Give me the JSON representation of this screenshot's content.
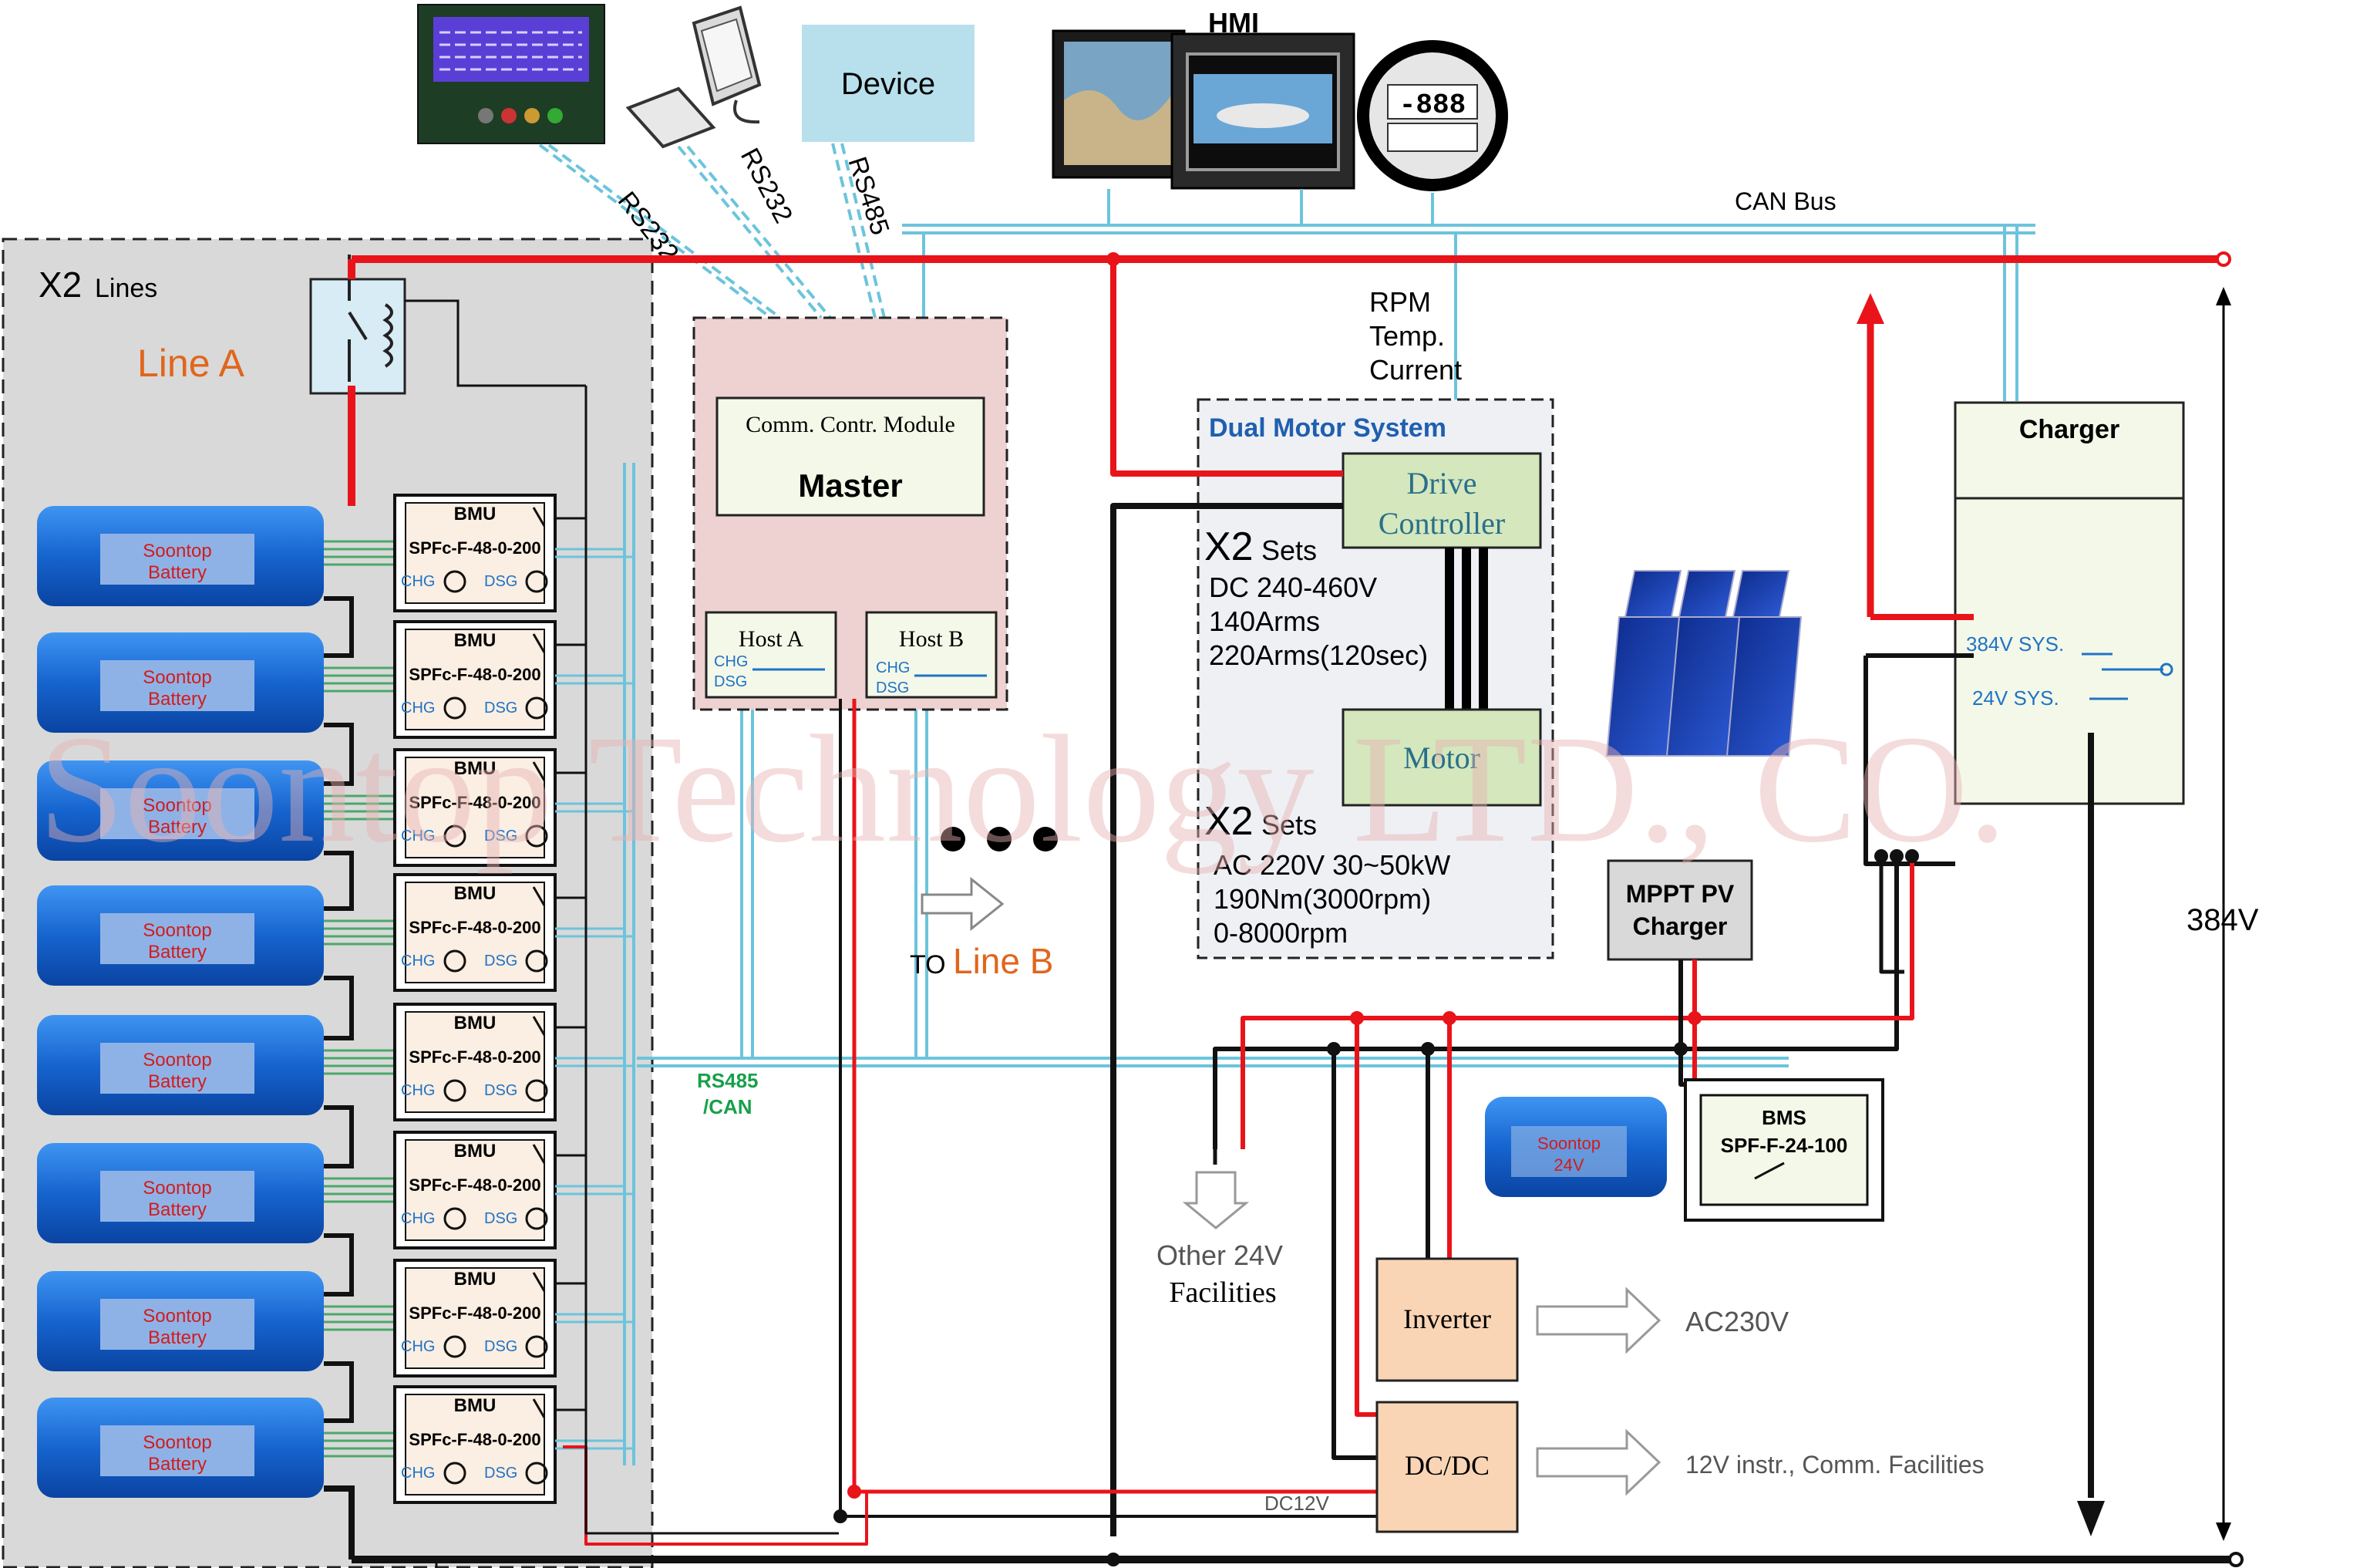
{
  "lines_title": {
    "x2": "X2",
    "lines": "Lines"
  },
  "line_a": "Line A",
  "battery_label": {
    "brand": "Soontop",
    "name": "Battery"
  },
  "bmu": {
    "title": "BMU",
    "model": "SPFc-F-48-0-200",
    "chg": "CHG",
    "dsg": "DSG"
  },
  "top_devices": {
    "device": "Device",
    "hmi": "HMI"
  },
  "links": {
    "rs232_a": "RS232",
    "rs232_b": "RS232",
    "rs485": "RS485"
  },
  "can_bus": "CAN Bus",
  "master": {
    "module": "Comm. Contr. Module",
    "title": "Master",
    "host_a": "Host A",
    "host_b": "Host B",
    "chg": "CHG",
    "dsg": "DSG"
  },
  "to_line_b": {
    "to": "TO",
    "line": "Line B"
  },
  "rs485_can": {
    "l1": "RS485",
    "l2": "/CAN"
  },
  "sensors": {
    "rpm": "RPM",
    "temp": "Temp.",
    "current": "Current"
  },
  "motor_system": {
    "title": "Dual Motor System",
    "drive": {
      "l1": "Drive",
      "l2": "Controller"
    },
    "motor": "Motor",
    "dc_x2": "X2",
    "dc_sets": "Sets",
    "dc_specs": [
      "DC 240-460V",
      "140Arms",
      "220Arms(120sec)"
    ],
    "ac_x2": "X2",
    "ac_sets": "Sets",
    "ac_specs": [
      "AC 220V 30~50kW",
      "190Nm(3000rpm)",
      "0-8000rpm"
    ]
  },
  "charger": {
    "title": "Charger",
    "sys384": "384V SYS.",
    "sys24": "24V SYS."
  },
  "mppt": {
    "l1": "MPPT PV",
    "l2": "Charger"
  },
  "voltage": "384V",
  "bms": {
    "title": "BMS",
    "model": "SPF-F-24-100"
  },
  "battery24": {
    "brand": "Soontop",
    "volt": "24V"
  },
  "other24": {
    "l1": "Other 24V",
    "l2": "Facilities"
  },
  "inverter": "Inverter",
  "ac230": "AC230V",
  "dcdc": "DC/DC",
  "dc12v": "DC12V",
  "facilities12": "12V instr., Comm. Facilities",
  "watermark": "Soontop Technology LTD., CO.",
  "colors": {
    "red": "#e8141a",
    "cyan": "#6cc4dc",
    "black": "#111111",
    "bmu_fill": "#fbeee2",
    "master_fill": "#eed1d1",
    "motor_fill": "#eef0f4",
    "green_box": "#d4e7bd",
    "peach": "#fad5b5",
    "battery_blue": "#1c6fd6",
    "device_fill": "#b8e0ec"
  }
}
